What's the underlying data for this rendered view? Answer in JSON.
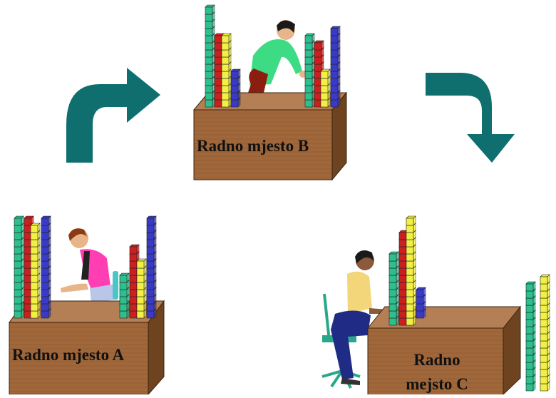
{
  "workstations": {
    "a": {
      "label": "Radno mjesto A"
    },
    "b": {
      "label": "Radno mjesto B"
    },
    "c": {
      "line1": "Radno",
      "line2": "mejsto C"
    }
  },
  "colors": {
    "box_front": "#a0673a",
    "box_top": "#b57f55",
    "box_side": "#6e4320",
    "arrow": "#0f6e6e",
    "block_green": "#2dbf8e",
    "block_yellow": "#f2f044",
    "block_red": "#cc1f1f",
    "block_blue": "#3a3ac8"
  },
  "icons": [
    "flow-arrow-icon",
    "worker-icon",
    "block-stack-icon",
    "office-chair-icon"
  ]
}
